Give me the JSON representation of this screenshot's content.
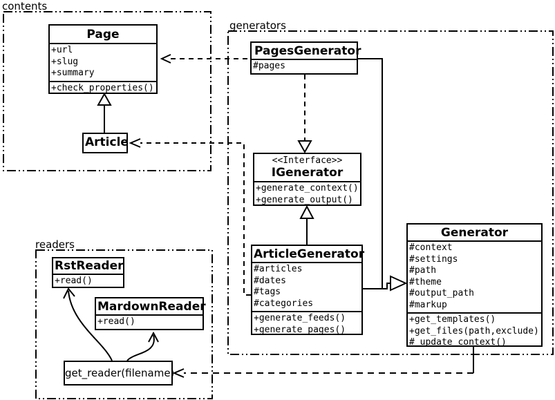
{
  "packages": {
    "contents": {
      "label": "contents"
    },
    "generators": {
      "label": "generators"
    },
    "readers": {
      "label": "readers"
    }
  },
  "classes": {
    "page": {
      "title": "Page",
      "attrs": [
        "+url",
        "+slug",
        "+summary"
      ],
      "methods": [
        "+check_properties()"
      ]
    },
    "article": {
      "title": "Article"
    },
    "pages_generator": {
      "title": "PagesGenerator",
      "attrs": [
        "#pages"
      ]
    },
    "igenerator": {
      "stereotype": "<<Interface>>",
      "title": "IGenerator",
      "methods": [
        "+generate_context()",
        "+generate_output()"
      ]
    },
    "article_generator": {
      "title": "ArticleGenerator",
      "attrs": [
        "#articles",
        "#dates",
        "#tags",
        "#categories"
      ],
      "methods": [
        "+generate_feeds()",
        "+generate_pages()"
      ]
    },
    "generator": {
      "title": "Generator",
      "attrs": [
        "#context",
        "#settings",
        "#path",
        "#theme",
        "#output_path",
        "#markup"
      ],
      "methods": [
        "+get_templates()",
        "+get_files(path,exclude)",
        "#_update_context()"
      ]
    },
    "rst_reader": {
      "title": "RstReader",
      "methods": [
        "+read()"
      ]
    },
    "mardown_reader": {
      "title": "MardownReader",
      "methods": [
        "+read()"
      ]
    },
    "get_reader": {
      "title": "get_reader(filename)"
    }
  },
  "colors": {
    "line": "#000000",
    "background": "#ffffff"
  }
}
